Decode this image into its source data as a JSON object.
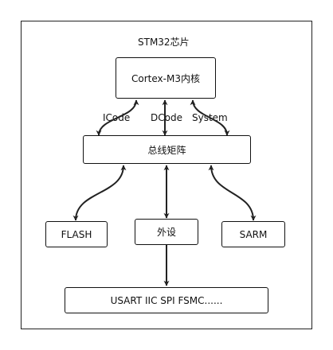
{
  "diagram": {
    "chip_title": "STM32芯片",
    "core": "Cortex-M3内核",
    "bus_labels": {
      "icode": "ICode",
      "dcode": "DCode",
      "system": "System"
    },
    "bus_matrix": "总线矩阵",
    "flash": "FLASH",
    "peripherals": "外设",
    "sram": "SARM",
    "peripheral_list": "USART  IIC  SPI  FSMC......"
  },
  "colors": {
    "line": "#222222",
    "background": "#ffffff"
  }
}
